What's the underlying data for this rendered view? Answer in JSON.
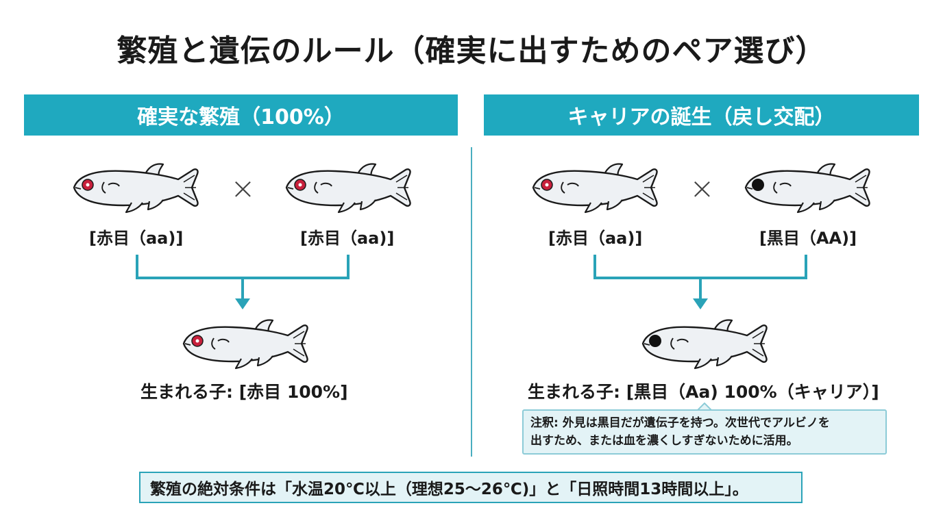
{
  "title": "繁殖と遺伝のルール（確実に出すためのペア選び）",
  "left_panel": {
    "header": "確実な繁殖（100%）",
    "parent1_label": "[赤目（aa)]",
    "parent2_label": "[赤目（aa)]",
    "cross_symbol": "×",
    "offspring_label": "生まれる子: [赤目 100%]"
  },
  "right_panel": {
    "header": "キャリアの誕生（戻し交配）",
    "parent1_label": "[赤目（aa)]",
    "parent2_label": "[黒目（AA)]",
    "cross_symbol": "×",
    "offspring_label": "生まれる子: [黒目（Aa) 100%（キャリア）]",
    "note_line1": "注釈: 外見は黒目だが遺伝子を持つ。次世代でアルビノを",
    "note_line2": "出すため、または血を濃くしすぎないために活用。"
  },
  "condition": "繁殖の絶対条件は「水温20℃以上（理想25～26℃)」と「日照時間13時間以上」。",
  "colors": {
    "accent": "#1fa9bf",
    "red_eye": "#c8203c",
    "black_eye": "#111111"
  }
}
